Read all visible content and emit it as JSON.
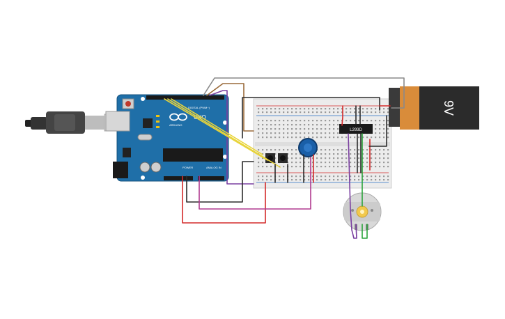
{
  "canvas": {
    "background": "#ffffff"
  },
  "arduino": {
    "brand_label": "ARDUINO",
    "model_label": "UNO",
    "digital_header_label": "DIGITAL (PWM~)",
    "power_header_label": "POWER",
    "analog_header_label": "ANALOG IN",
    "board_color": "#1f6fa8",
    "logo_icon": "arduino-infinity-icon"
  },
  "usb_cable": {
    "icon": "usb-plug-icon"
  },
  "battery": {
    "label": "9V",
    "top_color": "#d98c3a",
    "body_color": "#2b2b2b"
  },
  "motor_driver": {
    "label": "L293D"
  },
  "potentiometer": {
    "knob_color": "#1a5fa8"
  },
  "pushbuttons": {
    "count": 2
  },
  "dc_motor": {
    "icon": "dc-motor-icon"
  },
  "colors": {
    "wire_red": "#d42a2a",
    "wire_black": "#2b2b2b",
    "wire_yellow": "#e8d43a",
    "wire_magenta": "#b03a8f",
    "wire_purple": "#7a3fa0",
    "wire_green": "#2aa43a",
    "wire_gray": "#8a8a8a",
    "wire_brown": "#9a6a3a",
    "breadboard": "#ececec"
  }
}
